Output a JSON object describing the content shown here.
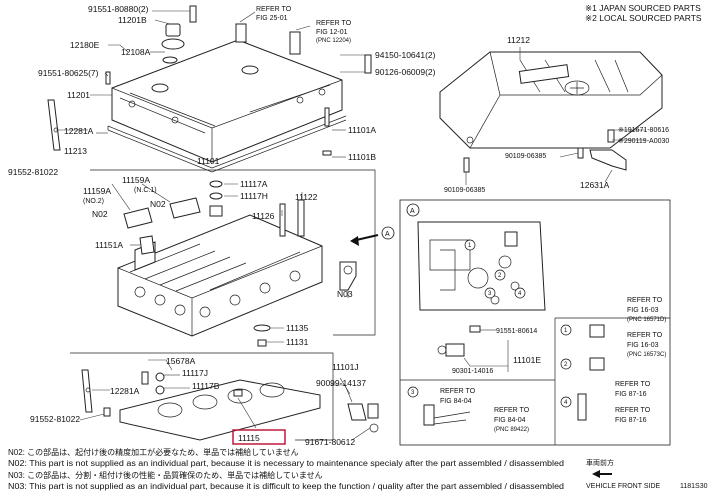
{
  "header_notes": {
    "note1": "※1 JAPAN SOURCED PARTS",
    "note2": "※2 LOCAL SOURCED PARTS"
  },
  "parts": {
    "p91551_80880": "91551-80880(2)",
    "p11201B": "11201B",
    "p12180E": "12180E",
    "p12108A": "12108A",
    "p91551_80625": "91551-80625(7)",
    "p11201": "11201",
    "p12281A_top": "12281A",
    "p11213": "11213",
    "p91552_81022_top": "91552-81022",
    "p94150_10641": "94150-10641(2)",
    "p90126_06009": "90126-06009(2)",
    "p11101A": "11101A",
    "p11101B": "11101B",
    "p11101": "11101",
    "p11212": "11212",
    "p91671_80616": "※191671-80616",
    "p29011_80030": "※290119-A0030",
    "p90109_06385_a": "90109-06385",
    "p90109_06385_b": "90109-06385",
    "p12631A": "12631A",
    "p11159A_no2": "11159A",
    "no2_tag": "(NO.2)",
    "p11159A_nc1": "11159A",
    "nc1_tag": "(N.C.1)",
    "n02_a": "N02",
    "n02_b": "N02",
    "p11117A": "11117A",
    "p11117H": "11117H",
    "p11122": "11122",
    "p11126": "11126",
    "p11151A": "11151A",
    "p11135": "11135",
    "p11131": "11131",
    "p15678A": "15678A",
    "p11117J": "11117J",
    "p11117B": "11117B",
    "p12281A_low": "12281A",
    "p91552_81022_low": "91552-81022",
    "p11101J": "11101J",
    "p90099_14137": "90099-14137",
    "p91671_80612": "91671-80612",
    "p11115": "11115",
    "n03": "N03",
    "callout_a1": "A",
    "callout_a2": "A",
    "callout_a3": "A",
    "p91551_80614": "91551-80614",
    "p90301_14016": "90301-14016",
    "p11101E": "11101E",
    "ref_1": "1",
    "ref_2": "2",
    "ref_3": "3",
    "ref_4": "4"
  },
  "refs": {
    "r1": [
      "REFER TO",
      "FIG 25-01"
    ],
    "r2": [
      "REFER TO",
      "FIG 12-01",
      "(PNC 12204)"
    ],
    "r3": [
      "REFER TO",
      "FIG 16-03",
      "(PNC 16571D)"
    ],
    "r4": [
      "REFER TO",
      "FIG 16-03",
      "(PNC 16573C)"
    ],
    "r5": [
      "REFER TO",
      "FIG 84-04"
    ],
    "r6": [
      "REFER TO",
      "FIG 84-04",
      "(PNC 89422)"
    ],
    "r7": [
      "REFER TO",
      "FIG 87-16"
    ],
    "r8": [
      "REFER TO",
      "FIG 87-16"
    ]
  },
  "footer": {
    "n02_jp": "N02: この部品は、起付け後の精度加工が必要なため、単品では補給していません",
    "n02_en": "N02: This part is not supplied as an individual part, because it is necessary to maintenance specialy after the part assembled / disassembled",
    "n03_jp": "N03: この部品は、分割・組付け後の性能・品質確保のため、単品では補給していません",
    "n03_en": "N03: This part is not supplied as an individual part, because it is difficult to keep the function / quality after the part assembled / disassembled",
    "direction_jp": "車両前方",
    "direction_en": "VEHICLE FRONT SIDE",
    "page_code": "1181S30"
  }
}
